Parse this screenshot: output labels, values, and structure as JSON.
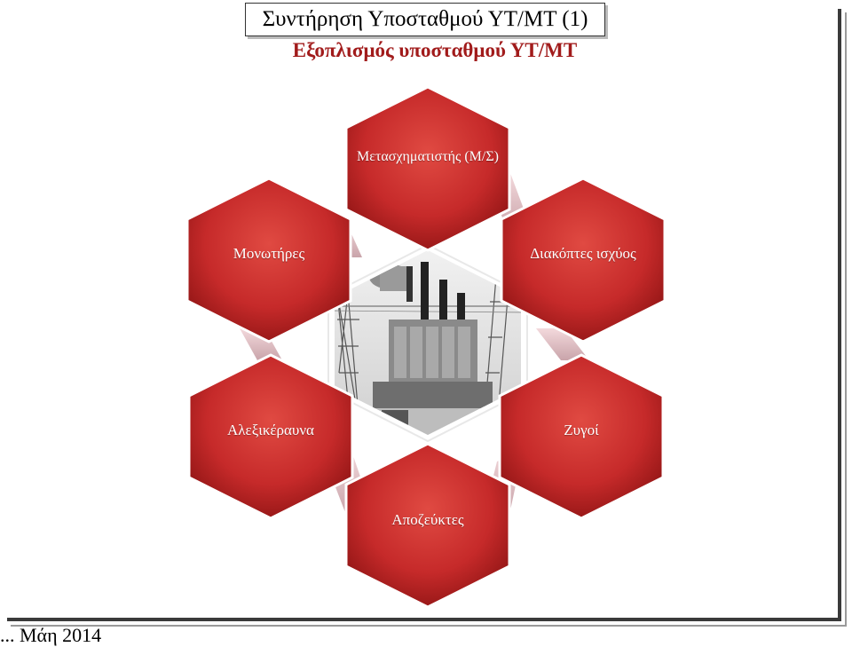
{
  "header": {
    "title": "Συντήρηση Υποσταθμού ΥΤ/ΜΤ (1)",
    "subtitle": "Εξοπλισμός υποσταθμού ΥΤ/ΜΤ"
  },
  "diagram": {
    "center": {
      "image": "transformer-photo"
    },
    "nodes": [
      {
        "label": "Μετασχηματιστής (Μ/Σ)"
      },
      {
        "label": "Διακόπτες ισχύος"
      },
      {
        "label": "Ζυγοί"
      },
      {
        "label": "Αποζεύκτες"
      },
      {
        "label": "Αλεξικέραυνα"
      },
      {
        "label": "Μονωτήρες"
      }
    ],
    "colors": {
      "hex_fill": "#c62a2a",
      "hex_dark": "#8e1414",
      "subtitle": "#a11b1b"
    }
  },
  "footer": {
    "text": "... Μάη 2014"
  }
}
